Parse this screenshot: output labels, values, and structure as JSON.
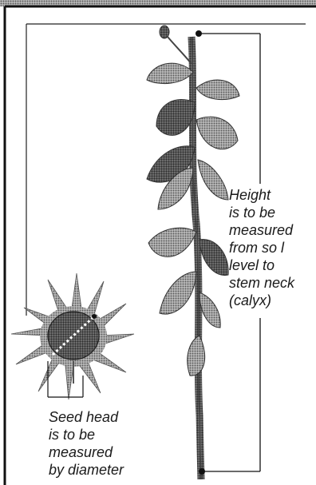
{
  "height_note": {
    "lines": [
      "Height",
      "is to be",
      "measured",
      "from so l",
      "level to",
      "stem neck",
      "(calyx)"
    ]
  },
  "seed_note": {
    "lines": [
      "Seed head",
      "is to be",
      "measured",
      "by diameter"
    ]
  },
  "colors": {
    "ink": "#1a1a1a",
    "foliage": "#8c8c8c",
    "foliage_dark": "#555555",
    "petals": "#9a9a9a",
    "seed_head": "#2a2a2a",
    "frame": "#111111",
    "top_band": "#7a7a7a"
  }
}
